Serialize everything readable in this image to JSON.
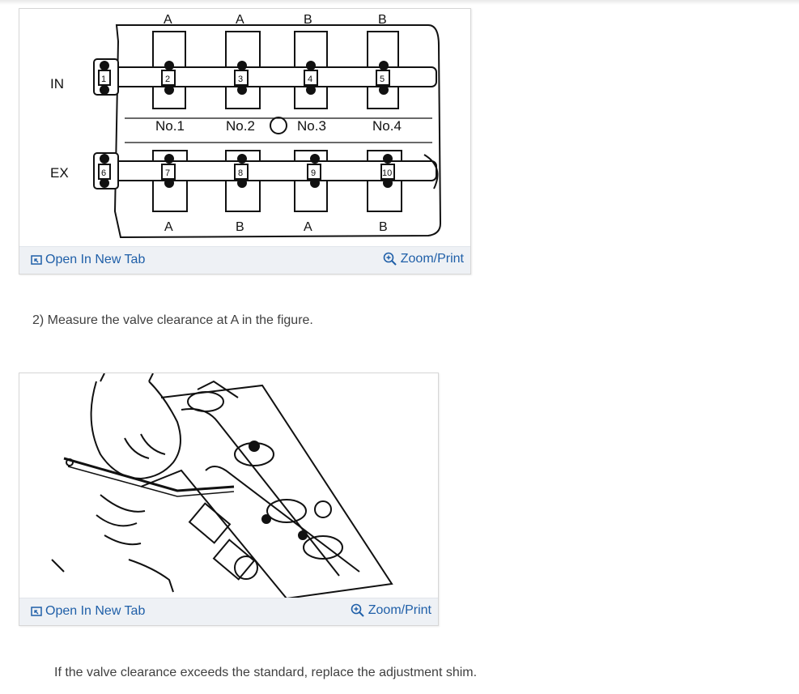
{
  "figure1": {
    "labels": {
      "in": "IN",
      "ex": "EX",
      "top_letters": [
        "A",
        "A",
        "B",
        "B"
      ],
      "bottom_letters": [
        "A",
        "B",
        "A",
        "B"
      ],
      "cylinders": [
        "No.1",
        "No.2",
        "No.3",
        "No.4"
      ],
      "intake_numbers": [
        "1",
        "2",
        "3",
        "4",
        "5"
      ],
      "exhaust_numbers": [
        "6",
        "7",
        "8",
        "9",
        "10"
      ]
    },
    "toolbar": {
      "open_label": "Open In New Tab",
      "zoom_label": "Zoom/Print"
    }
  },
  "step2_text": "2) Measure the valve clearance at A in the figure.",
  "figure2": {
    "toolbar": {
      "open_label": "Open In New Tab",
      "zoom_label": "Zoom/Print"
    }
  },
  "note_text": "If the valve clearance exceeds the standard, replace the adjustment shim.",
  "colors": {
    "link": "#1f5fa8",
    "toolbar_bg": "#eef1f5",
    "text": "#404040"
  }
}
